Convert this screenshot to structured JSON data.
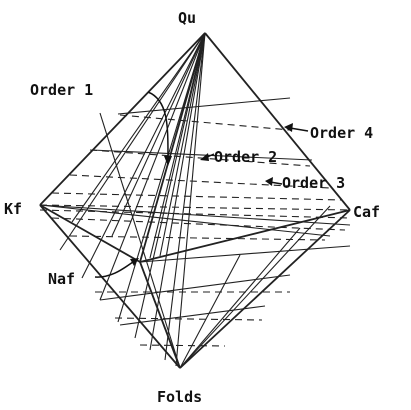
{
  "labels": {
    "top": "Qu",
    "left": "Kf",
    "right": "Caf",
    "front": "Naf",
    "bottom": "Folds",
    "order1": "Order 1",
    "order2": "Order 2",
    "order3": "Order 3",
    "order4": "Order 4"
  }
}
